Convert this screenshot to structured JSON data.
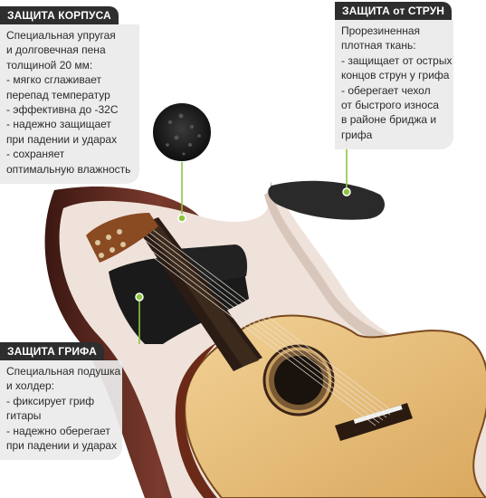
{
  "colors": {
    "title_bg": "#2e2e2e",
    "box_bg": "#ebebeb",
    "accent_green": "#8cc63f",
    "bag_shell": "#6b2f24",
    "bag_lining": "#efe2da",
    "guitar_top": "#e9c27a"
  },
  "callouts": {
    "body": {
      "title": "ЗАЩИТА КОРПУСА",
      "lines": [
        "Специальная упругая",
        "и долговечная пена",
        "толщиной 20 мм:",
        "- мягко сглаживает",
        "перепад температур",
        "- эффективна до -32С",
        "- надежно защищает",
        "при падении и ударах",
        "- сохраняет",
        "оптимальную влажность"
      ]
    },
    "strings": {
      "title": "ЗАЩИТА от СТРУН",
      "lines": [
        "Прорезиненная",
        "плотная ткань:",
        "- защищает от острых",
        "концов струн у грифа",
        "- оберегает чехол",
        "от быстрого износа",
        "в районе бриджа и",
        "грифа"
      ]
    },
    "neck": {
      "title": "ЗАЩИТА ГРИФА",
      "lines": [
        "Специальная подушка",
        " и холдер:",
        "- фиксирует гриф",
        "гитары",
        "- надежно оберегает",
        "при падении и ударах"
      ]
    }
  }
}
